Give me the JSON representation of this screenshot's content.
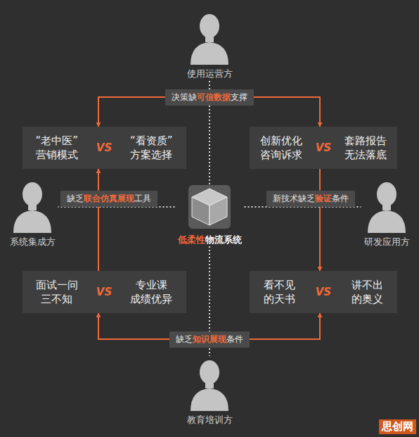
{
  "diagram": {
    "nodes": [
      {
        "text": [
          "使用运营方"
        ]
      },
      {
        "text": [
          "决策缺可信数据支撑"
        ]
      },
      {
        "text": [
          "“老中医” 营销模式",
          "VS",
          "“看资质” 方案选择"
        ]
      },
      {
        "text": [
          "创新优化 咨询诉求",
          "VS",
          "套路报告 无法落底"
        ]
      },
      {
        "text": [
          "缺乏联合仿真展现工具"
        ]
      },
      {
        "text": [
          "系统集成方"
        ]
      },
      {
        "text": [
          "低柔性物流系统"
        ]
      },
      {
        "text": [
          "新技术缺乏验证条件"
        ]
      },
      {
        "text": [
          "研发应用方"
        ]
      },
      {
        "text": [
          "面试一问 三不知",
          "VS",
          "专业课 成绩优异"
        ]
      },
      {
        "text": [
          "看不见 的天书",
          "VS",
          "讲不出 的奥义"
        ]
      },
      {
        "text": [
          "缺乏知识展现条件"
        ]
      },
      {
        "text": [
          "教育培训方"
        ]
      }
    ],
    "edges": [
      {
        "from": 1,
        "to": 2,
        "arrow": "to"
      },
      {
        "from": 1,
        "to": 3,
        "arrow": "to"
      },
      {
        "from": 3,
        "to": 7,
        "arrow": "none"
      },
      {
        "from": 7,
        "to": 10,
        "arrow": "to"
      },
      {
        "from": 9,
        "to": 4,
        "arrow": "none"
      },
      {
        "from": 4,
        "to": 2,
        "arrow": "to"
      },
      {
        "from": 11,
        "to": 9,
        "arrow": "to"
      },
      {
        "from": 11,
        "to": 10,
        "arrow": "to"
      },
      {
        "from": 6,
        "to": 0,
        "arrow": "none"
      },
      {
        "from": 6,
        "to": 5,
        "arrow": "none"
      },
      {
        "from": 6,
        "to": 8,
        "arrow": "none"
      },
      {
        "from": 6,
        "to": 12,
        "arrow": "none"
      }
    ],
    "labels": [
      "思创网"
    ]
  }
}
